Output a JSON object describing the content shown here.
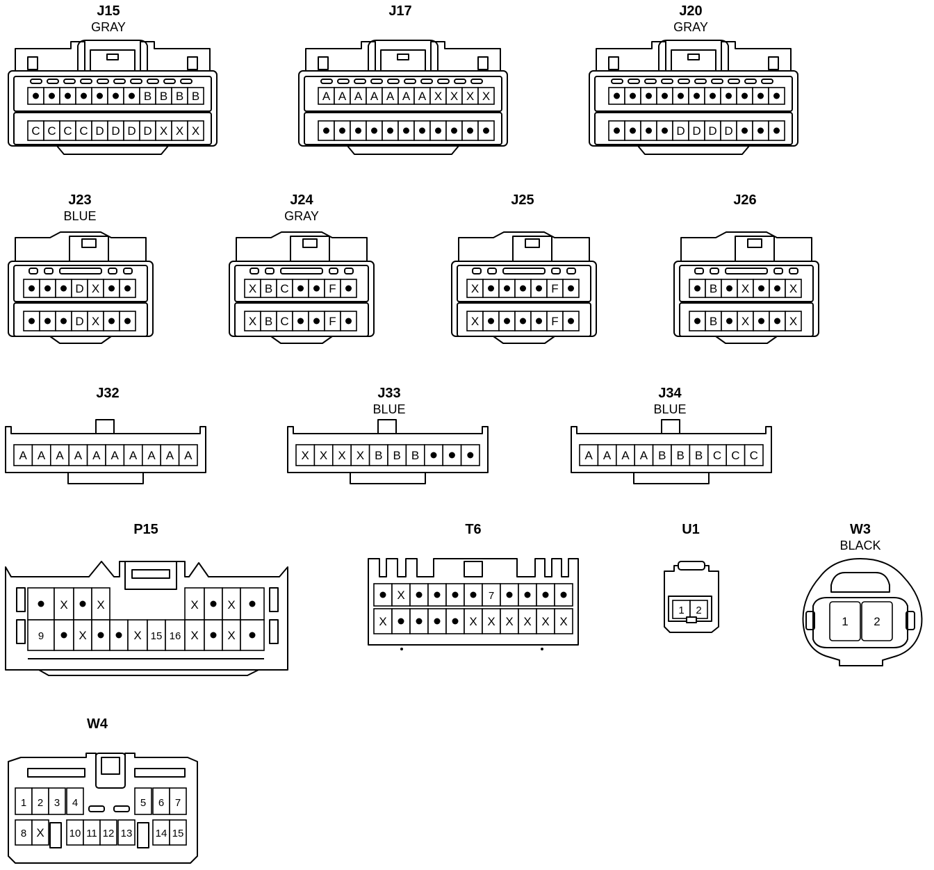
{
  "connectors": {
    "J15": {
      "name": "J15",
      "color": "GRAY",
      "rows": [
        [
          "•",
          "•",
          "•",
          "•",
          "•",
          "•",
          "•",
          "B",
          "B",
          "B",
          "B"
        ],
        [
          "C",
          "C",
          "C",
          "C",
          "D",
          "D",
          "D",
          "D",
          "X",
          "X",
          "X"
        ]
      ]
    },
    "J17": {
      "name": "J17",
      "color": "",
      "rows": [
        [
          "A",
          "A",
          "A",
          "A",
          "A",
          "A",
          "A",
          "X",
          "X",
          "X",
          "X"
        ],
        [
          "•",
          "•",
          "•",
          "•",
          "•",
          "•",
          "•",
          "•",
          "•",
          "•",
          "•"
        ]
      ]
    },
    "J20": {
      "name": "J20",
      "color": "GRAY",
      "rows": [
        [
          "•",
          "•",
          "•",
          "•",
          "•",
          "•",
          "•",
          "•",
          "•",
          "•",
          "•"
        ],
        [
          "•",
          "•",
          "•",
          "•",
          "D",
          "D",
          "D",
          "D",
          "•",
          "•",
          "•"
        ]
      ]
    },
    "J23": {
      "name": "J23",
      "color": "BLUE",
      "rows": [
        [
          "•",
          "•",
          "•",
          "D",
          "X",
          "•",
          "•"
        ],
        [
          "•",
          "•",
          "•",
          "D",
          "X",
          "•",
          "•"
        ]
      ]
    },
    "J24": {
      "name": "J24",
      "color": "GRAY",
      "rows": [
        [
          "X",
          "B",
          "C",
          "•",
          "•",
          "F",
          "•"
        ],
        [
          "X",
          "B",
          "C",
          "•",
          "•",
          "F",
          "•"
        ]
      ]
    },
    "J25": {
      "name": "J25",
      "color": "",
      "rows": [
        [
          "X",
          "•",
          "•",
          "•",
          "•",
          "F",
          "•"
        ],
        [
          "X",
          "•",
          "•",
          "•",
          "•",
          "F",
          "•"
        ]
      ]
    },
    "J26": {
      "name": "J26",
      "color": "",
      "rows": [
        [
          "•",
          "B",
          "•",
          "X",
          "•",
          "•",
          "X"
        ],
        [
          "•",
          "B",
          "•",
          "X",
          "•",
          "•",
          "X"
        ]
      ]
    },
    "J32": {
      "name": "J32",
      "color": "",
      "rows": [
        [
          "A",
          "A",
          "A",
          "A",
          "A",
          "A",
          "A",
          "A",
          "A",
          "A"
        ]
      ]
    },
    "J33": {
      "name": "J33",
      "color": "BLUE",
      "rows": [
        [
          "X",
          "X",
          "X",
          "X",
          "B",
          "B",
          "B",
          "•",
          "•",
          "•"
        ]
      ]
    },
    "J34": {
      "name": "J34",
      "color": "BLUE",
      "rows": [
        [
          "A",
          "A",
          "A",
          "A",
          "B",
          "B",
          "B",
          "C",
          "C",
          "C"
        ]
      ]
    },
    "P15": {
      "name": "P15",
      "color": "",
      "rows": [
        [
          "•",
          "X",
          "•",
          "X",
          "X",
          "•",
          "X",
          "•"
        ],
        [
          "9",
          "•",
          "X",
          "•",
          "•",
          "X",
          "15",
          "16",
          "X",
          "•",
          "X",
          "•"
        ]
      ]
    },
    "T6": {
      "name": "T6",
      "color": "",
      "rows": [
        [
          "•",
          "X",
          "•",
          "•",
          "•",
          "•",
          "7",
          "•",
          "•",
          "•",
          "•"
        ],
        [
          "X",
          "•",
          "•",
          "•",
          "•",
          "X",
          "X",
          "X",
          "X",
          "X",
          "X"
        ]
      ]
    },
    "U1": {
      "name": "U1",
      "color": "",
      "rows": [
        [
          "1",
          "2"
        ]
      ]
    },
    "W3": {
      "name": "W3",
      "color": "BLACK",
      "rows": [
        [
          "1",
          "2"
        ]
      ]
    },
    "W4": {
      "name": "W4",
      "color": "",
      "rows": [
        [
          "1",
          "2",
          "3",
          "4",
          "5",
          "6",
          "7"
        ],
        [
          "8",
          "X",
          "10",
          "11",
          "12",
          "13",
          "14",
          "15"
        ]
      ]
    }
  }
}
